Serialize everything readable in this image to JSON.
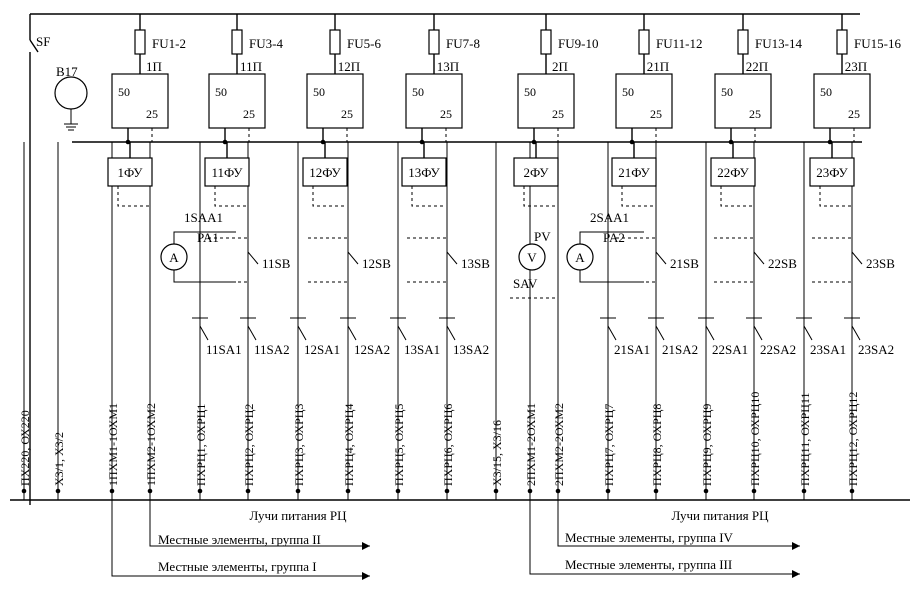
{
  "breaker": "SF",
  "lamp": "В17",
  "fuses": [
    "FU1-2",
    "FU3-4",
    "FU5-6",
    "FU7-8",
    "FU9-10",
    "FU11-12",
    "FU13-14",
    "FU15-16"
  ],
  "converters": [
    {
      "label": "1П",
      "in": "50",
      "out": "25"
    },
    {
      "label": "11П",
      "in": "50",
      "out": "25"
    },
    {
      "label": "12П",
      "in": "50",
      "out": "25"
    },
    {
      "label": "13П",
      "in": "50",
      "out": "25"
    },
    {
      "label": "2П",
      "in": "50",
      "out": "25"
    },
    {
      "label": "21П",
      "in": "50",
      "out": "25"
    },
    {
      "label": "22П",
      "in": "50",
      "out": "25"
    },
    {
      "label": "23П",
      "in": "50",
      "out": "25"
    }
  ],
  "filters": [
    "1ФУ",
    "11ФУ",
    "12ФУ",
    "13ФУ",
    "2ФУ",
    "21ФУ",
    "22ФУ",
    "23ФУ"
  ],
  "switch_sa1": "1SAA1",
  "switch_sa2": "2SAA1",
  "ammeter_1": {
    "symbol": "A",
    "label": "PA1"
  },
  "ammeter_2": {
    "symbol": "A",
    "label": "PA2"
  },
  "voltmeter": {
    "symbol": "V",
    "label": "PV",
    "switch": "SAV"
  },
  "buttons": [
    "11SB",
    "12SB",
    "13SB",
    "21SB",
    "22SB",
    "23SB"
  ],
  "sa_switches": [
    "11SA1",
    "11SA2",
    "12SA1",
    "12SA2",
    "13SA1",
    "13SA2",
    "21SA1",
    "21SA2",
    "22SA1",
    "22SA2",
    "23SA1",
    "23SA2"
  ],
  "outputs": [
    "ПХ220, ОХ220",
    "Х3/1, Х3/2",
    "1ПХМ1-1ОХМ1",
    "1ПХМ2-1ОХМ2",
    "ПХРЦ1, ОХРЦ1",
    "ПХРЦ2, ОХРЦ2",
    "ПХРЦ3, ОХРЦ3",
    "ПХРЦ4, ОХРЦ4",
    "ПХРЦ5, ОХРЦ5",
    "ПХРЦ6, ОХРЦ6",
    "Х3/15, Х3/16",
    "2ПХМ1-2ОХМ1",
    "2ПХМ2-2ОХМ2",
    "ПХРЦ7, ОХРЦ7",
    "ПХРЦ8, ОХРЦ8",
    "ПХРЦ9, ОХРЦ9",
    "ПХРЦ10, ОХРЦ10",
    "ПХРЦ11, ОХРЦ11",
    "ПХРЦ12, ОХРЦ12"
  ],
  "ray_label_1": "Лучи питания РЦ",
  "ray_label_2": "Лучи питания РЦ",
  "group_1": "Местные элементы, группа I",
  "group_2": "Местные элементы, группа II",
  "group_3": "Местные элементы, группа III",
  "group_4": "Местные элементы, группа IV"
}
